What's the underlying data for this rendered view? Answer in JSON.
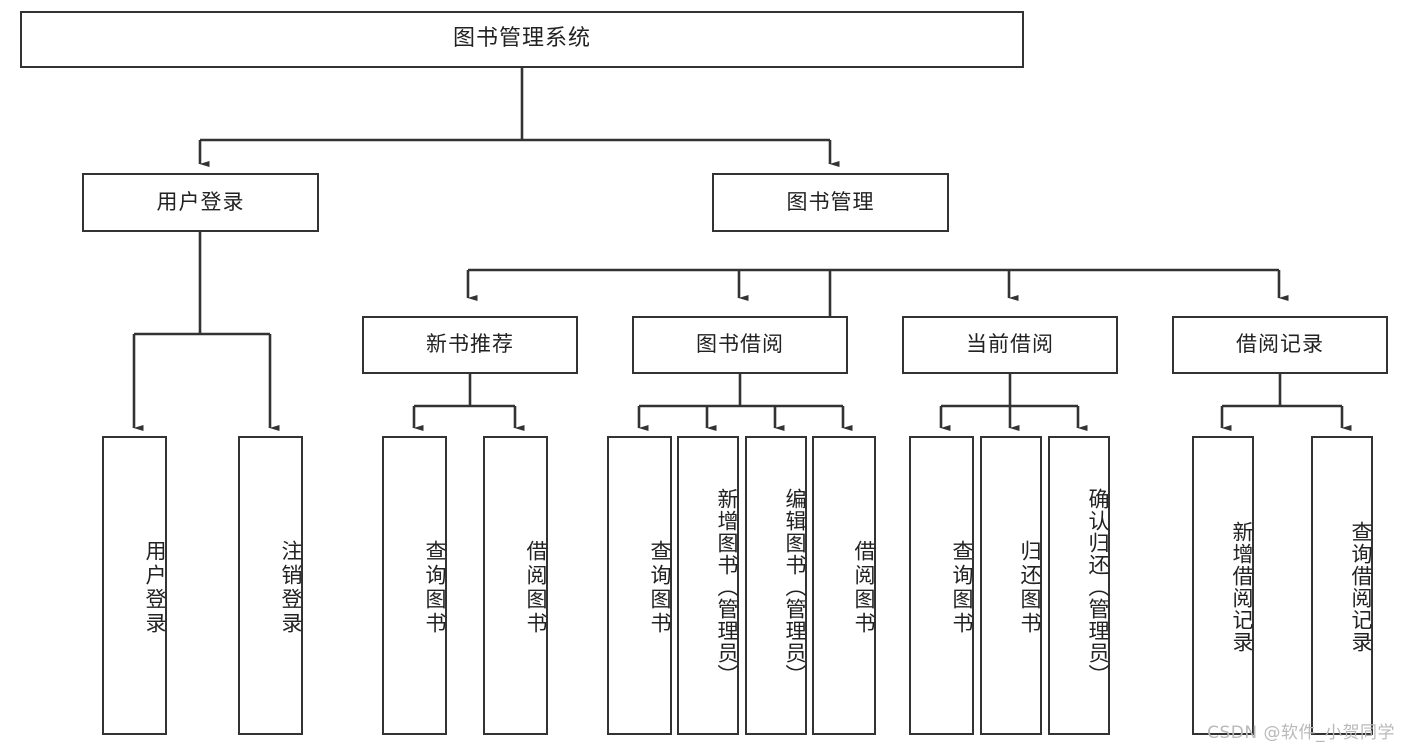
{
  "diagram": {
    "title": "图书管理系统",
    "watermark": "CSDN @软件_小贺同学",
    "colors": {
      "stroke": "#333333",
      "fill": "#ffffff",
      "text": "#222222",
      "watermark": "#b9b9b9"
    },
    "levels": {
      "root": {
        "label": "图书管理系统"
      },
      "modules": [
        {
          "label": "用户登录"
        },
        {
          "label": "图书管理"
        }
      ],
      "submodules": [
        {
          "label": "新书推荐"
        },
        {
          "label": "图书借阅"
        },
        {
          "label": "当前借阅"
        },
        {
          "label": "借阅记录"
        }
      ],
      "leaves": [
        {
          "label": "用户登录"
        },
        {
          "label": "注销登录"
        },
        {
          "label": "查询图书"
        },
        {
          "label": "借阅图书"
        },
        {
          "label": "查询图书"
        },
        {
          "label": "新增图书（管理员）"
        },
        {
          "label": "编辑图书（管理员）"
        },
        {
          "label": "借阅图书"
        },
        {
          "label": "查询图书"
        },
        {
          "label": "归还图书"
        },
        {
          "label": "确认归还（管理员）"
        },
        {
          "label": "新增借阅记录"
        },
        {
          "label": "查询借阅记录"
        }
      ]
    }
  }
}
